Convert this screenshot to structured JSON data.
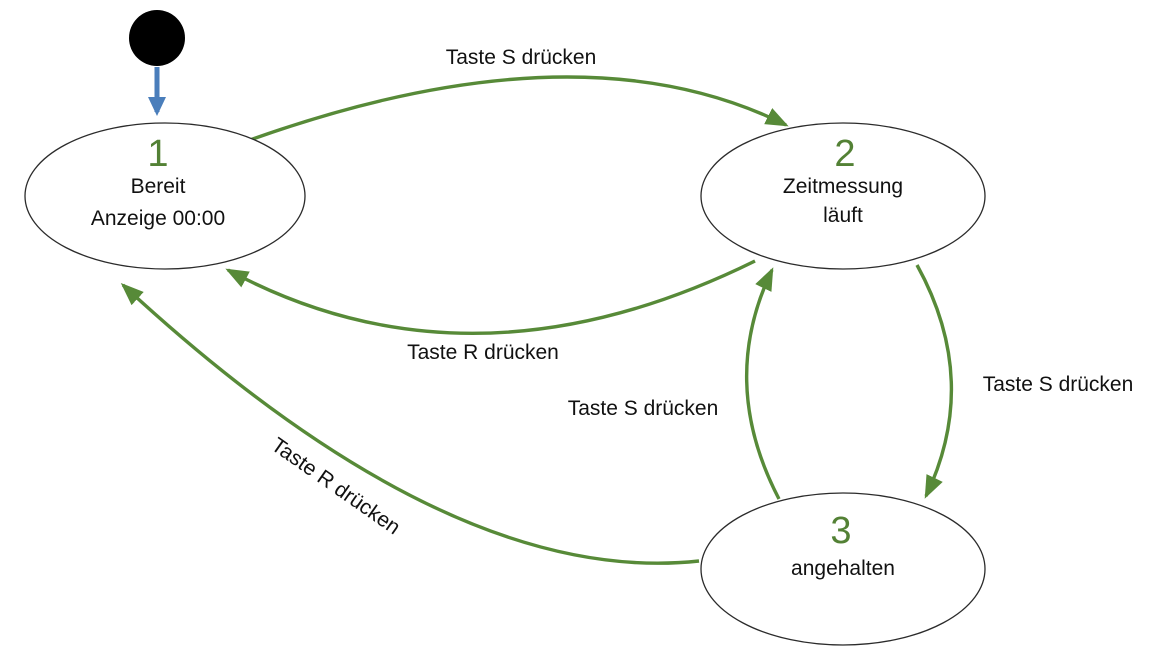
{
  "diagram": {
    "type": "state-machine",
    "language": "de",
    "colors": {
      "transition_green": "#578а38",
      "transition": "#578a38",
      "state_number": "#538135",
      "initial_arrow_blue": "#4a7ebb",
      "initial_dot": "#000000",
      "state_fill": "#ffffff",
      "state_outline": "#2b2b2b",
      "label_text": "#111111"
    },
    "initial": {
      "kind": "initial-state-dot"
    },
    "states": [
      {
        "id": "1",
        "number": "1",
        "lines": [
          "Bereit",
          "Anzeige 00:00"
        ]
      },
      {
        "id": "2",
        "number": "2",
        "lines": [
          "Zeitmessung",
          "läuft"
        ]
      },
      {
        "id": "3",
        "number": "3",
        "lines": [
          "angehalten"
        ]
      }
    ],
    "transitions": [
      {
        "from": "initial",
        "to": "1",
        "label": ""
      },
      {
        "from": "1",
        "to": "2",
        "label": "Taste S drücken"
      },
      {
        "from": "2",
        "to": "1",
        "label": "Taste R drücken"
      },
      {
        "from": "3",
        "to": "2",
        "label": "Taste S drücken"
      },
      {
        "from": "2",
        "to": "3",
        "label": "Taste S drücken"
      },
      {
        "from": "3",
        "to": "1",
        "label": "Taste R drücken"
      }
    ]
  }
}
